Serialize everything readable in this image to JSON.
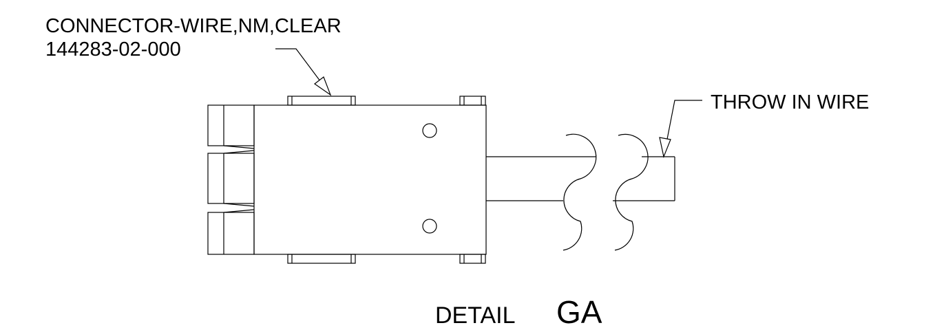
{
  "labels": {
    "connector_description": "CONNECTOR-WIRE,NM,CLEAR",
    "connector_part_number": "144283-02-000",
    "wire_callout": "THROW IN WIRE",
    "detail_word": "DETAIL",
    "detail_id": "GA"
  },
  "colors": {
    "line": "#000000",
    "background": "#ffffff"
  }
}
